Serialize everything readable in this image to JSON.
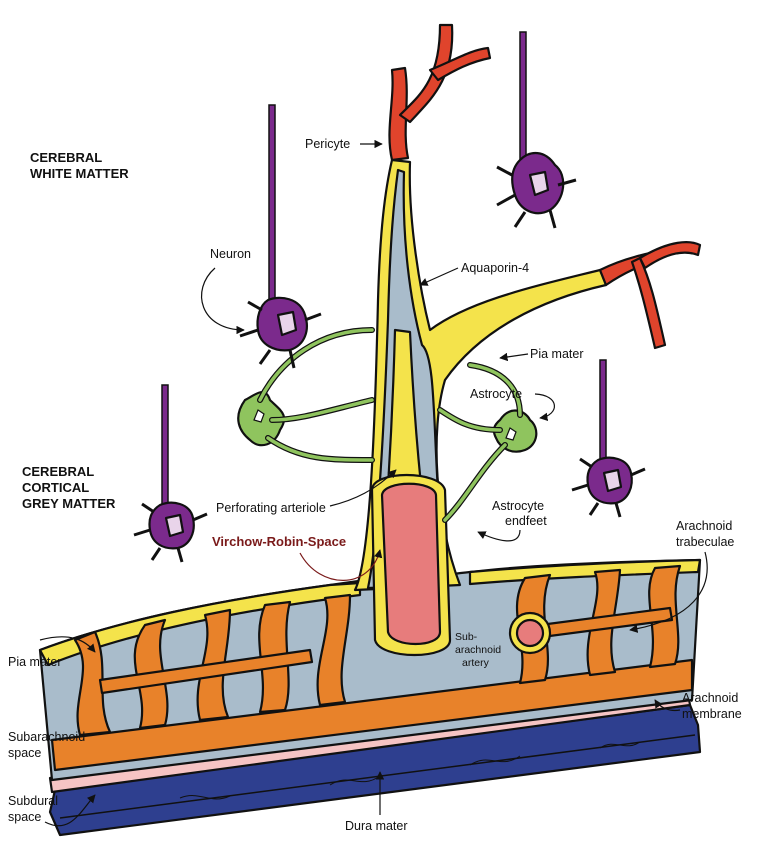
{
  "colors": {
    "csf": "#a9bccb",
    "pia": "#f4e34b",
    "arachnoid": "#e8822a",
    "subdural": "#f6c4c4",
    "dura": "#2e3f8f",
    "artery_wall": "#e77c7c",
    "capillary": "#e0442c",
    "neuron": "#7b2a8c",
    "neuron_nucleus": "#e9d4ea",
    "astrocyte": "#8fc45e"
  },
  "regions": {
    "white_matter_line1": "CEREBRAL",
    "white_matter_line2": "WHITE MATTER",
    "grey_matter_line1": "CEREBRAL",
    "grey_matter_line2": "CORTICAL",
    "grey_matter_line3": "GREY MATTER"
  },
  "labels": {
    "pericyte": "Pericyte",
    "neuron": "Neuron",
    "aquaporin": "Aquaporin-4",
    "pia_mater_upper": "Pia mater",
    "astrocyte": "Astrocyte",
    "perforating_arteriole": "Perforating arteriole",
    "astrocyte_endfeet_line1": "Astrocyte",
    "astrocyte_endfeet_line2": "endfeet",
    "virchow_robin": "Virchow-Robin-Space",
    "arachnoid_trabeculae_line1": "Arachnoid",
    "arachnoid_trabeculae_line2": "trabeculae",
    "subarachnoid_artery_line1": "Sub-",
    "subarachnoid_artery_line2": "arachnoid",
    "subarachnoid_artery_line3": "artery",
    "pia_mater_lower": "Pia mater",
    "arachnoid_membrane_line1": "Arachnoid",
    "arachnoid_membrane_line2": "membrane",
    "subarachnoid_space_line1": "Subarachnoid",
    "subarachnoid_space_line2": "space",
    "subdural_space_line1": "Subdural",
    "subdural_space_line2": "space",
    "dura_mater": "Dura mater"
  }
}
